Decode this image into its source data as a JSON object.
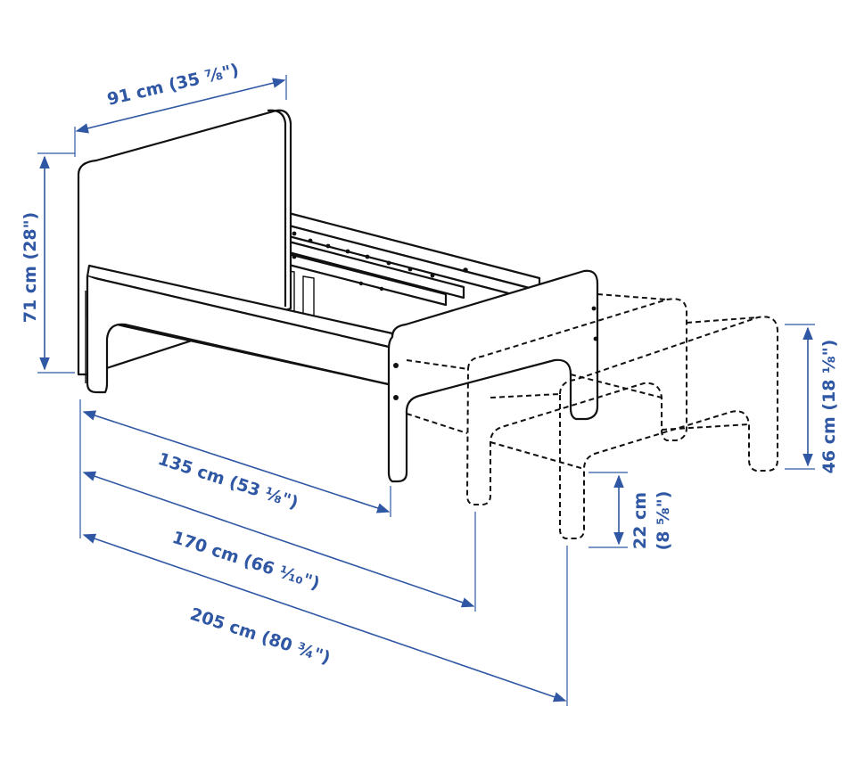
{
  "dimensions": {
    "width_top": "91 cm (35 ⅞\")",
    "height_headboard": "71 cm (28\")",
    "length_min": "135 cm (53 ⅛\")",
    "length_mid": "170 cm (66 ¹⁄₁₀\")",
    "length_max": "205 cm (80 ¾\")",
    "height_extension": "46 cm (18 ⅛\")",
    "height_clearance_cm": "22 cm",
    "height_clearance_in": "(8 ⅝\")"
  },
  "colors": {
    "dimension": "#2f57a3",
    "drawing": "#111111"
  }
}
